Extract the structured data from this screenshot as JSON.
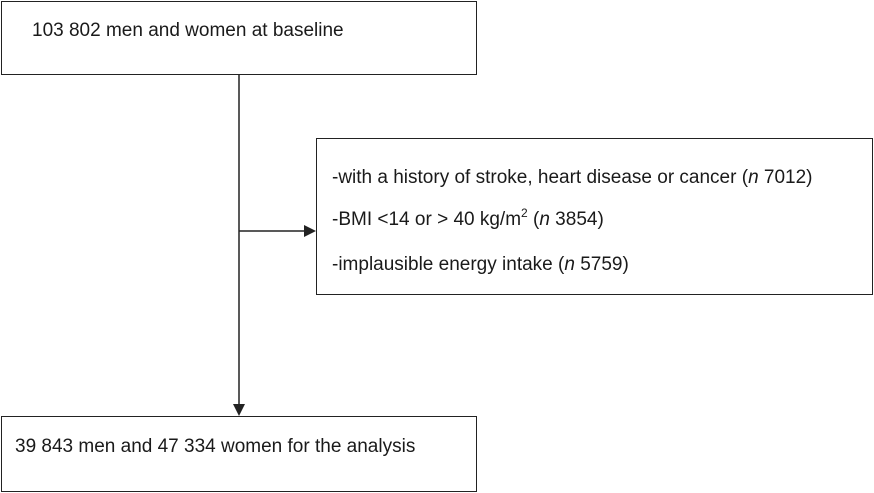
{
  "baseline": {
    "text": "103 802 men and women at baseline"
  },
  "exclusions": {
    "line1_prefix": "-with a history of stroke, heart disease or cancer (",
    "line1_n": "n",
    "line1_value": " 7012)",
    "line2_prefix": "-BMI <14 or > 40 kg/m",
    "line2_sup": "2",
    "line2_mid": " (",
    "line2_n": "n",
    "line2_value": " 3854)",
    "line3_prefix": "-implausible energy intake (",
    "line3_n": "n",
    "line3_value": " 5759)"
  },
  "analysis": {
    "text": "39 843 men and 47 334 women for the analysis"
  }
}
